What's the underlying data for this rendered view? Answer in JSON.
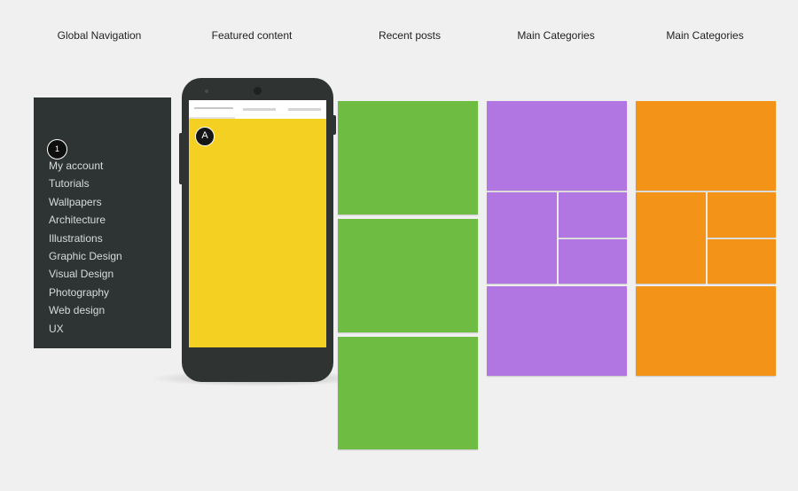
{
  "columns": {
    "global_navigation": "Global Navigation",
    "featured_content": "Featured content",
    "recent_posts": "Recent posts",
    "main_categories_1": "Main Categories",
    "main_categories_2": "Main Categories"
  },
  "nav": {
    "step_badge": "1",
    "items": [
      "My account",
      "Tutorials",
      "Wallpapers",
      "Architecture",
      "Illustrations",
      "Graphic Design",
      "Visual Design",
      "Photography",
      "Web design",
      "UX"
    ]
  },
  "phone": {
    "badge": "A"
  },
  "colors": {
    "nav_background": "#2d3433",
    "featured": "#f4d022",
    "recent_posts": "#6ebc41",
    "category_1": "#b176e2",
    "category_2": "#f39318"
  }
}
